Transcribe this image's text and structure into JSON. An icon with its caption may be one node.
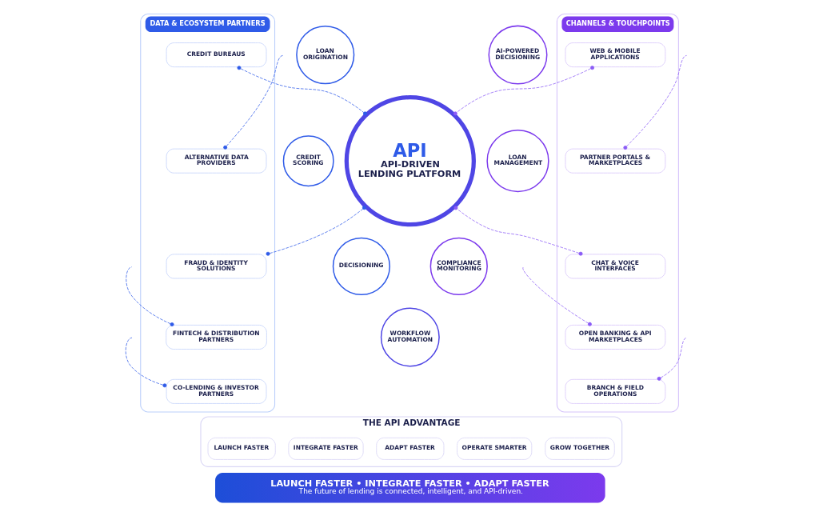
{
  "diagram": {
    "nodes": [
      {
        "text": [
          "DATA & ECOSYSTEM PARTNERS"
        ]
      },
      {
        "text": [
          "CREDIT BUREAUS"
        ],
        "in": 0
      },
      {
        "text": [
          "ALTERNATIVE DATA PROVIDERS"
        ],
        "in": 0
      },
      {
        "text": [
          "FRAUD & IDENTITY SOLUTIONS"
        ],
        "in": 0
      },
      {
        "text": [
          "FINTECH & DISTRIBUTION PARTNERS"
        ],
        "in": 0
      },
      {
        "text": [
          "CO-LENDING & INVESTOR PARTNERS"
        ],
        "in": 0
      },
      {
        "text": [
          "API",
          "API-DRIVEN LENDING PLATFORM"
        ]
      },
      {
        "text": [
          "LOAN ORIGINATION"
        ]
      },
      {
        "text": [
          "AI-POWERED DECISIONING"
        ]
      },
      {
        "text": [
          "CREDIT SCORING"
        ]
      },
      {
        "text": [
          "LOAN MANAGEMENT"
        ]
      },
      {
        "text": [
          "DECISIONING"
        ]
      },
      {
        "text": [
          "COMPLIANCE MONITORING"
        ]
      },
      {
        "text": [
          "WORKFLOW AUTOMATION"
        ]
      },
      {
        "text": [
          "CHANNELS & TOUCHPOINTS"
        ]
      },
      {
        "text": [
          "WEB & MOBILE APPLICATIONS"
        ],
        "in": 14
      },
      {
        "text": [
          "PARTNER PORTALS & MARKETPLACES"
        ],
        "in": 14
      },
      {
        "text": [
          "CHAT & VOICE INTERFACES"
        ],
        "in": 14
      },
      {
        "text": [
          "OPEN BANKING & API MARKETPLACES"
        ],
        "in": 14
      },
      {
        "text": [
          "BRANCH & FIELD OPERATIONS"
        ],
        "in": 14
      },
      {
        "text": [
          "THE API ADVANTAGE"
        ]
      },
      {
        "text": [
          "LAUNCH FASTER"
        ],
        "in": 20
      },
      {
        "text": [
          "INTEGRATE FASTER"
        ],
        "in": 20
      },
      {
        "text": [
          "ADAPT FASTER"
        ],
        "in": 20
      },
      {
        "text": [
          "OPERATE SMARTER"
        ],
        "in": 20
      },
      {
        "text": [
          "GROW TOGETHER"
        ],
        "in": 20
      },
      {
        "text": [
          "LAUNCH FASTER • INTEGRATE FASTER • ADAPT FASTER",
          "The future of lending is connected, intelligent, and API-driven."
        ]
      }
    ],
    "edges": [
      {
        "from": 1,
        "to": 6,
        "arrow": "other",
        "style": "dashed"
      },
      {
        "from": 2,
        "to": null,
        "arrow": "other",
        "style": "dashed"
      },
      {
        "from": 3,
        "to": 6,
        "arrow": "other",
        "style": "dashed"
      },
      {
        "from": 4,
        "to": null,
        "arrow": "other",
        "style": "dashed"
      },
      {
        "from": 5,
        "to": null,
        "arrow": "other",
        "style": "dashed"
      },
      {
        "from": 15,
        "to": 6,
        "arrow": "other",
        "style": "dashed",
        "color": "#8b5cf6"
      },
      {
        "from": 16,
        "to": null,
        "arrow": "other",
        "style": "dashed",
        "color": "#8b5cf6"
      },
      {
        "from": 17,
        "to": 6,
        "arrow": "other",
        "style": "dashed",
        "color": "#8b5cf6"
      },
      {
        "from": 18,
        "to": null,
        "arrow": "other",
        "style": "dashed",
        "color": "#8b5cf6"
      },
      {
        "from": 19,
        "to": null,
        "arrow": "other",
        "style": "dashed",
        "color": "#8b5cf6"
      }
    ]
  }
}
